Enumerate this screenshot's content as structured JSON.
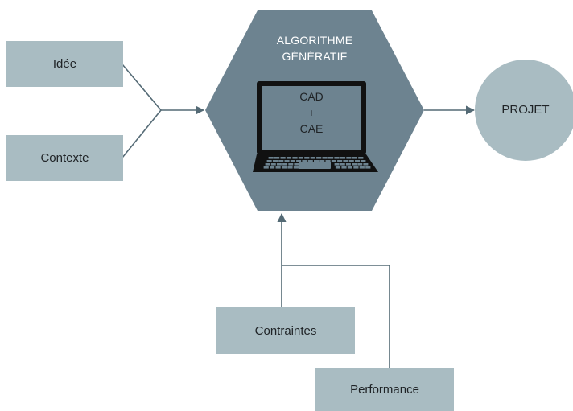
{
  "colors": {
    "box_fill": "#a9bcc2",
    "hexagon_fill": "#6d8390",
    "connector": "#546a75",
    "text_dark": "#1f2326",
    "text_light": "#ffffff"
  },
  "inputs": {
    "idea": "Idée",
    "context": "Contexte",
    "constraints": "Contraintes",
    "performance": "Performance"
  },
  "algorithm": {
    "title_line1": "ALGORITHME",
    "title_line2": "GÉNÉRATIF",
    "screen_line1": "CAD",
    "screen_line2": "+",
    "screen_line3": "CAE",
    "icon": "laptop-icon"
  },
  "output": {
    "label": "PROJET"
  }
}
